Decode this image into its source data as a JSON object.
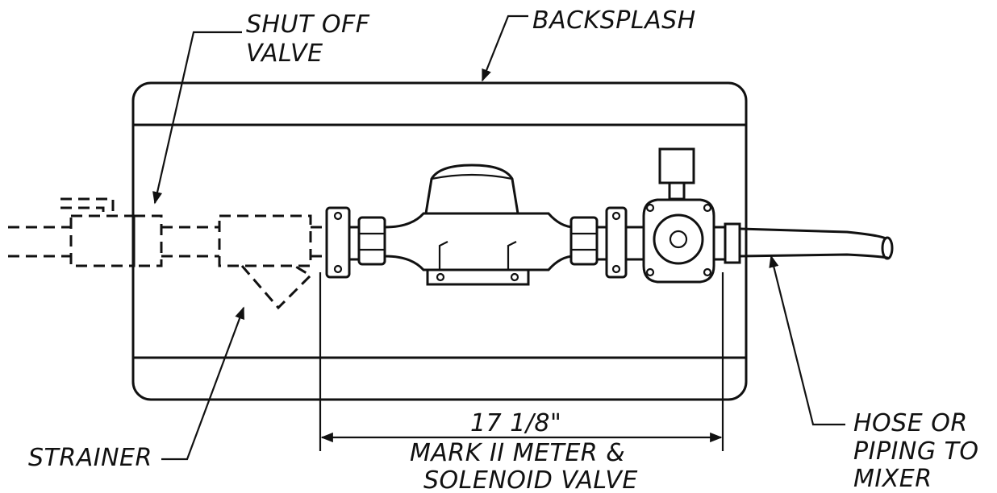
{
  "labels": {
    "shutoff_line1": "SHUT OFF",
    "shutoff_line2": "VALVE",
    "backsplash": "BACKSPLASH",
    "strainer": "STRAINER",
    "dimension": "17 1/8\"",
    "meter_line1": "MARK II METER &",
    "meter_line2": "SOLENOID VALVE",
    "hose_line1": "HOSE OR",
    "hose_line2": "PIPING TO",
    "hose_line3": "MIXER"
  }
}
